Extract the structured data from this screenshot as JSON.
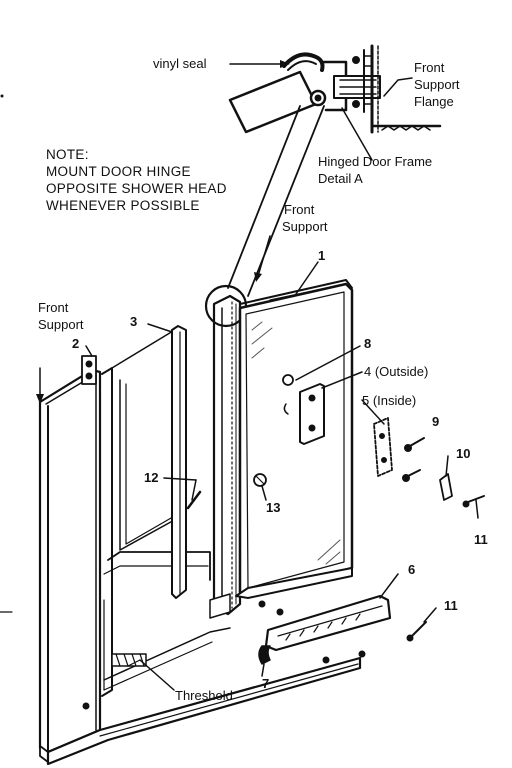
{
  "colors": {
    "ink": "#111111",
    "paper": "#ffffff",
    "glass": "#d8d8d8"
  },
  "labels": {
    "vinyl_seal": "vinyl seal",
    "front_support_flange": [
      "Front",
      "Support",
      "Flange"
    ],
    "hinged_detail": [
      "Hinged Door Frame",
      "Detail A"
    ],
    "note": [
      "NOTE:",
      "MOUNT DOOR HINGE",
      "OPPOSITE SHOWER HEAD",
      "WHENEVER POSSIBLE"
    ],
    "front_support_left": [
      "Front",
      "Support"
    ],
    "front_support_mid": [
      "Front",
      "Support"
    ],
    "threshold": "Threshold"
  },
  "callouts": {
    "c1": "1",
    "c2": "2",
    "c3": "3",
    "c4": "4 (Outside)",
    "c5": "5 (Inside)",
    "c6": "6",
    "c7": "7",
    "c8": "8",
    "c9": "9",
    "c10": "10",
    "c11a": "11",
    "c11b": "11",
    "c12": "12",
    "c13": "13"
  }
}
